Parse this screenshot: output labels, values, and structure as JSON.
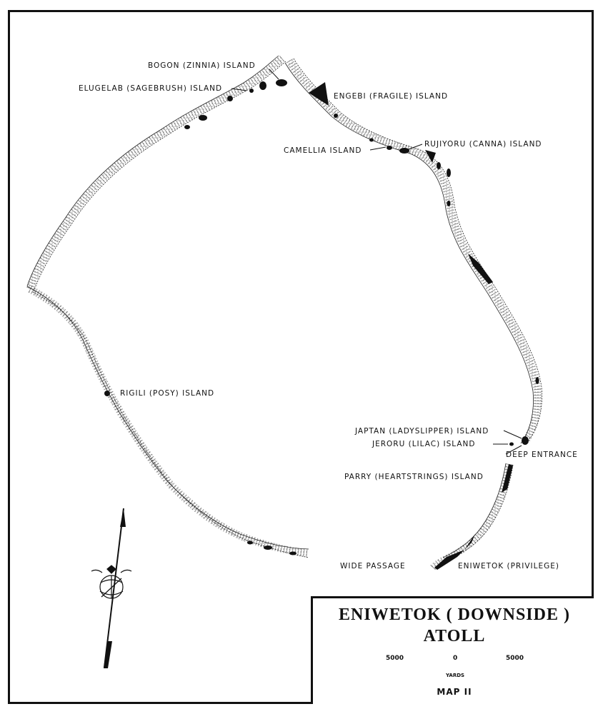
{
  "map": {
    "title_line1": "ENIWETOK ( DOWNSIDE )",
    "title_line2": "ATOLL",
    "map_number": "MAP II",
    "scale": {
      "left_value": "5000",
      "center_value": "0",
      "right_value": "5000",
      "unit": "YARDS"
    },
    "labels": {
      "bogon": "BOGON (ZINNIA) ISLAND",
      "elugelab": "ELUGELAB (SAGEBRUSH) ISLAND",
      "engebi": "ENGEBI (FRAGILE) ISLAND",
      "camellia": "CAMELLIA ISLAND",
      "rujiyoru": "RUJIYORU (CANNA) ISLAND",
      "rigili": "RIGILI (POSY) ISLAND",
      "japtan": "JAPTAN (LADYSLIPPER) ISLAND",
      "jeroru": "JERORU (LILAC) ISLAND",
      "deep_entrance": "DEEP ENTRANCE",
      "parry": "PARRY (HEARTSTRINGS) ISLAND",
      "wide_passage": "WIDE PASSAGE",
      "eniwetok": "ENIWETOK (PRIVILEGE)"
    },
    "icons": {
      "north_arrow": "north-arrow-icon",
      "emblem": "marine-corps-emblem-icon"
    },
    "colors": {
      "ink": "#111111",
      "paper": "#ffffff"
    }
  }
}
